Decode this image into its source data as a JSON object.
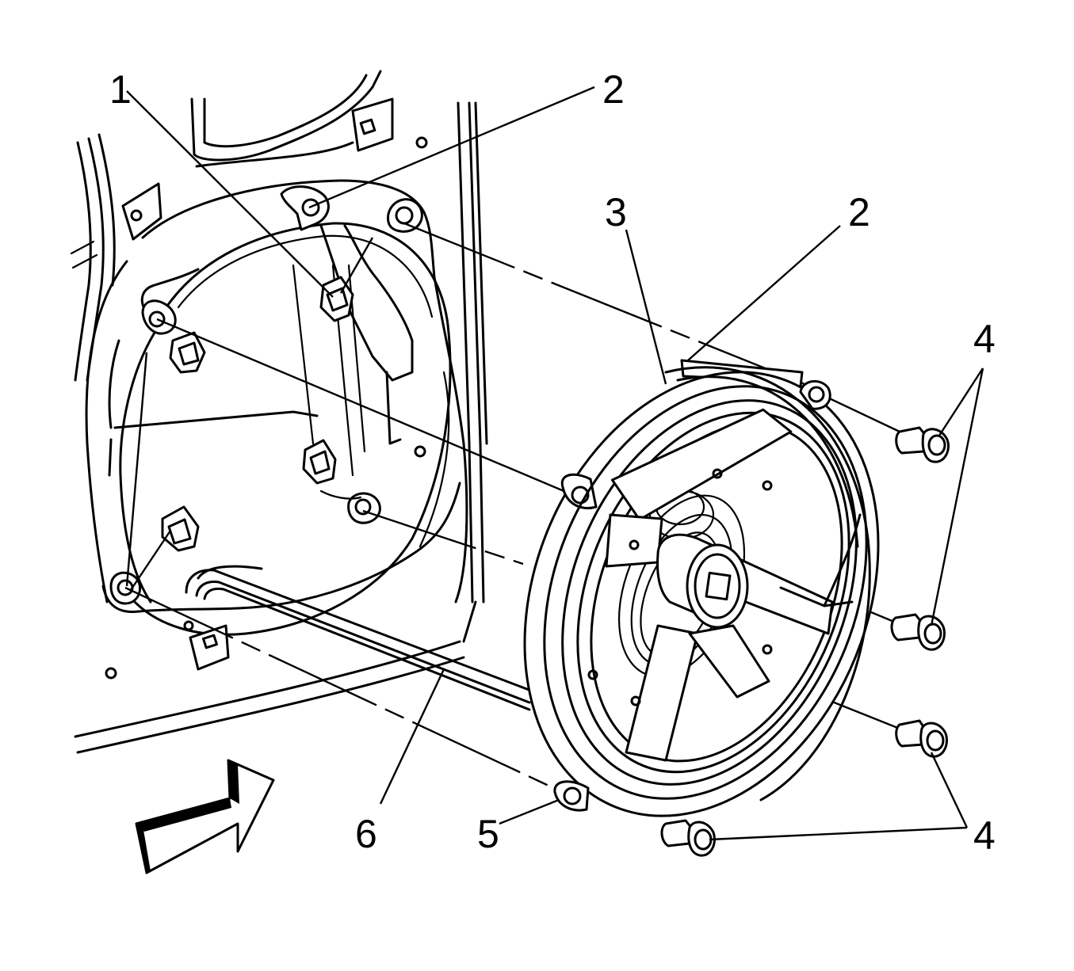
{
  "callouts": {
    "c1": "1",
    "c2a": "2",
    "c2b": "2",
    "c3": "3",
    "c4a": "4",
    "c4b": "4",
    "c5": "5",
    "c6": "6"
  },
  "colors": {
    "line": "#000000",
    "background": "#ffffff"
  }
}
